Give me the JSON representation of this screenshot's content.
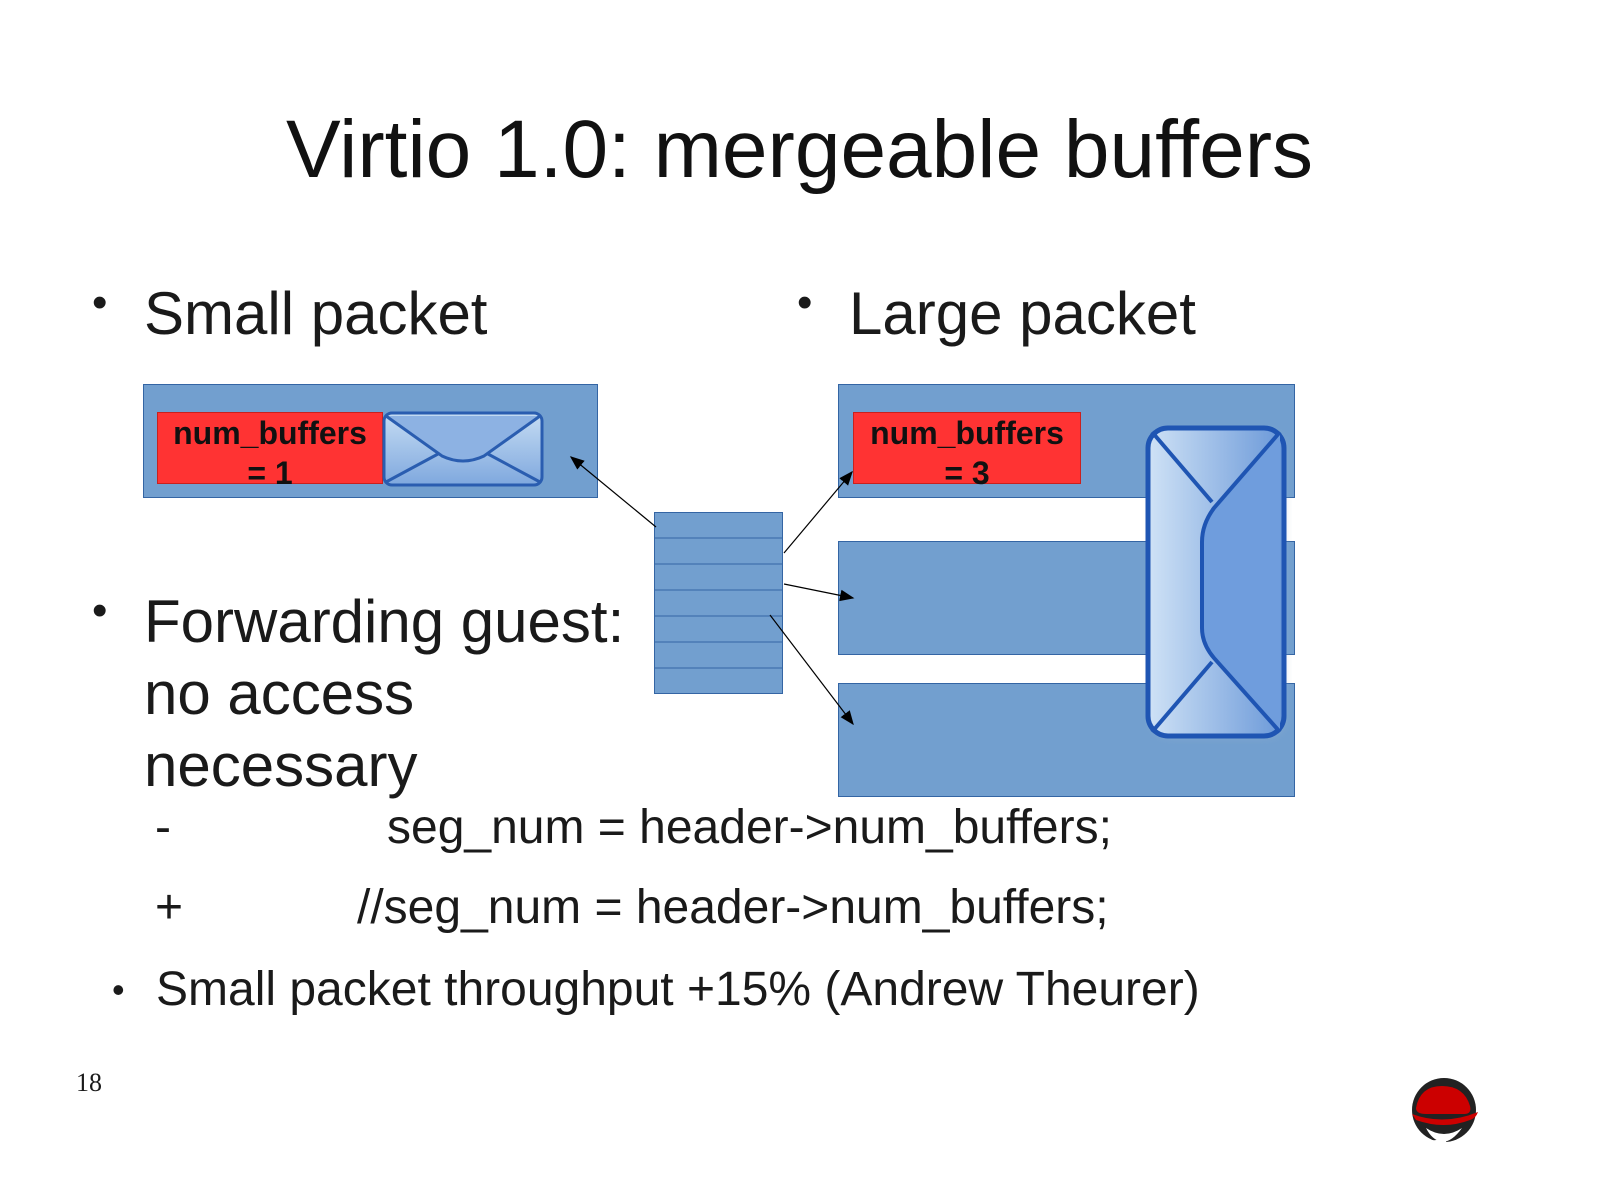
{
  "slide": {
    "title": "Virtio 1.0: mergeable buffers",
    "page_number": "18"
  },
  "bullets": {
    "bullet_char": "•",
    "small_packet": "Small packet",
    "large_packet": "Large packet",
    "forwarding_line1": "Forwarding guest:",
    "forwarding_line2": "no access",
    "forwarding_line3": "necessary"
  },
  "boxes": {
    "small_header": [
      "num_buffers",
      "= 1"
    ],
    "large_header": [
      "num_buffers",
      "= 3"
    ]
  },
  "code": {
    "removed_marker": "-",
    "removed_line": "seg_num = header->num_buffers;",
    "added_marker": "+",
    "added_line": "//seg_num = header->num_buffers;"
  },
  "result": {
    "bullet_char": "•",
    "text": "Small packet throughput +15% (Andrew Theurer)"
  },
  "colors": {
    "buffer_fill": "#729fcf",
    "header_fill": "#ff3333",
    "logo_red": "#cc0000"
  },
  "icons": [
    "envelope-icon",
    "redhat-logo"
  ]
}
